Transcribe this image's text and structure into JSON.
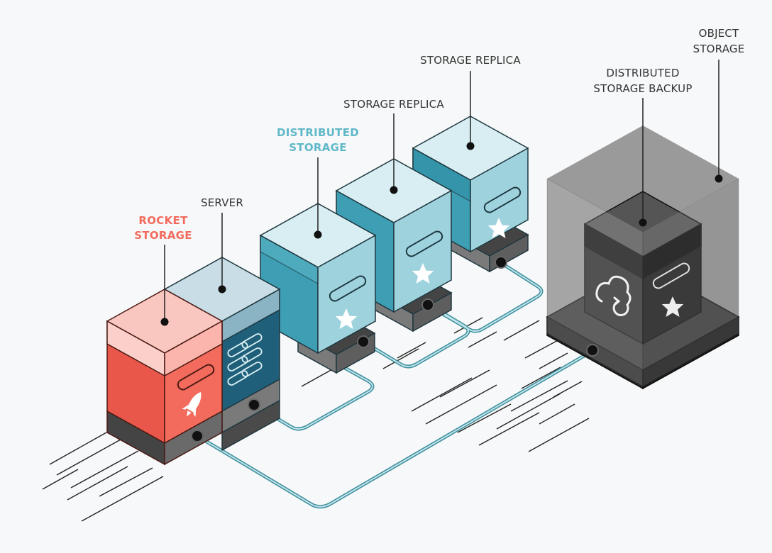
{
  "labels": {
    "rocket_storage": [
      "ROCKET",
      "STORAGE"
    ],
    "server": "SERVER",
    "distributed_storage": [
      "DISTRIBUTED",
      "STORAGE"
    ],
    "storage_replica_1": "STORAGE REPLICA",
    "storage_replica_2": "STORAGE REPLICA",
    "distributed_storage_backup": [
      "DISTRIBUTED",
      "STORAGE BACKUP"
    ],
    "object_storage": [
      "OBJECT",
      "STORAGE"
    ]
  },
  "colors": {
    "rocket_storage": "#f26b5c",
    "distributed_storage": "#5fb8c8",
    "default_label": "#333333",
    "background": "#f7f8f9"
  },
  "icons": {
    "rocket_storage": "rocket-icon",
    "server": "server-rack-icon",
    "distributed_storage": "star-icon",
    "storage_replica": "star-icon",
    "distributed_storage_backup": [
      "cloud-sync-icon",
      "star-icon"
    ]
  }
}
